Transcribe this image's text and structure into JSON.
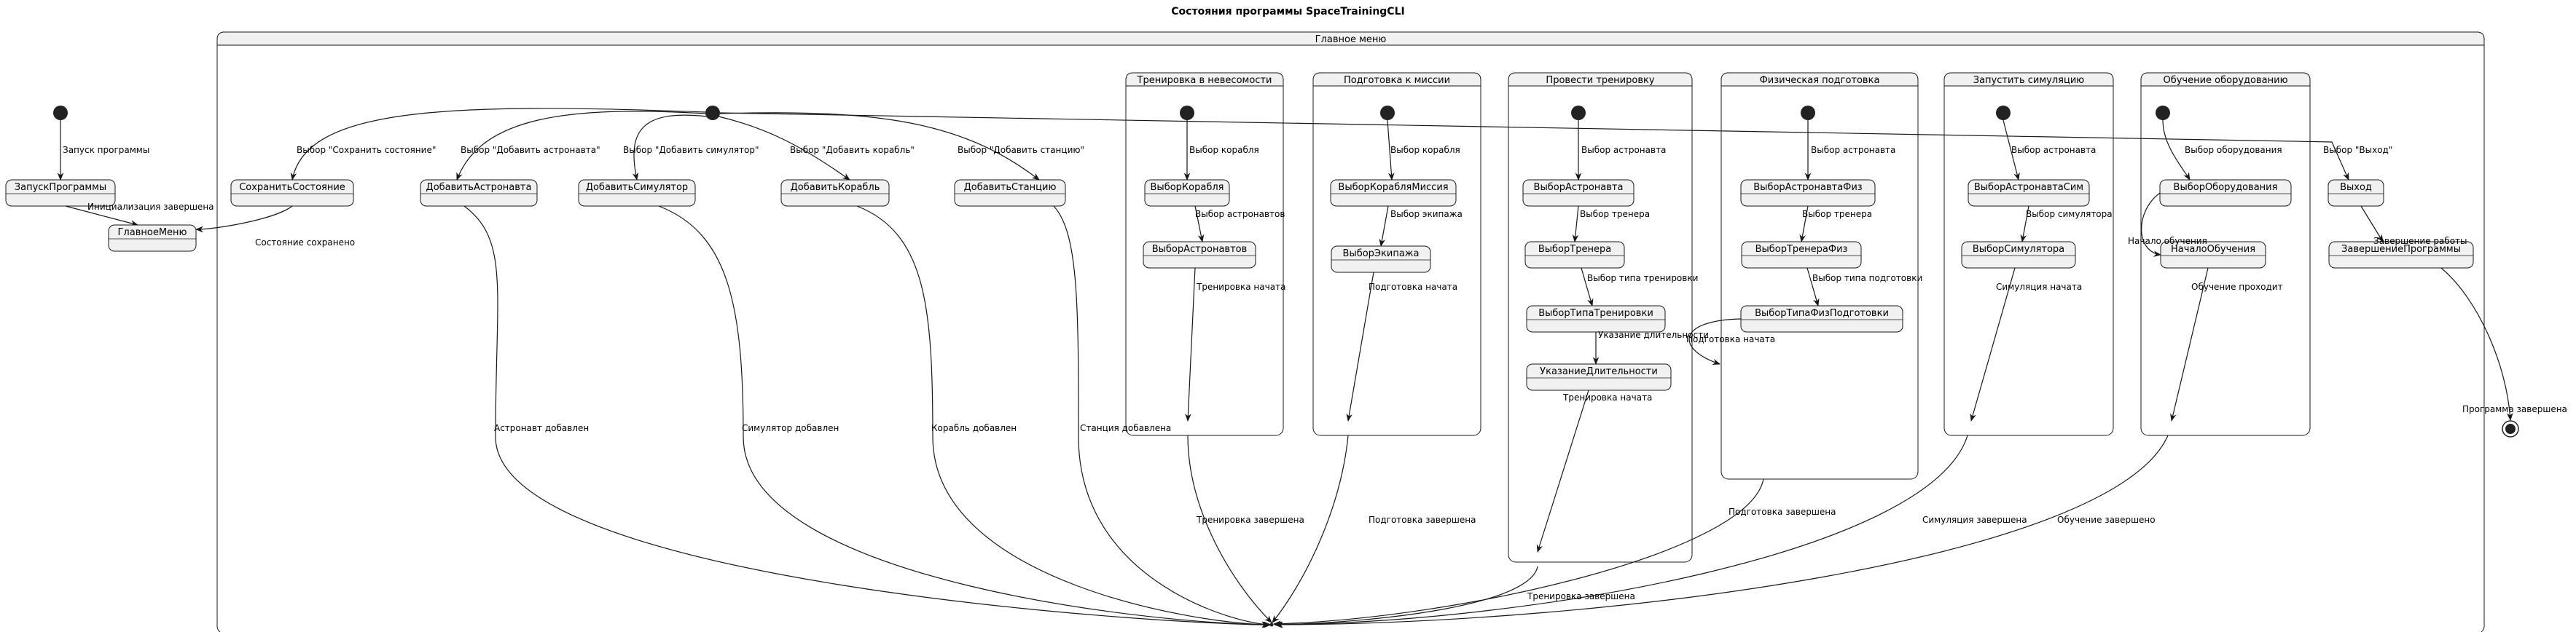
{
  "title": "Состояния программы SpaceTrainingCLI",
  "groups": {
    "main": "Главное меню",
    "zero_g": "Тренировка в невесомости",
    "mission": "Подготовка к миссии",
    "training": "Провести тренировку",
    "physical": "Физическая подготовка",
    "simulation": "Запустить симуляцию",
    "equipment": "Обучение оборудованию"
  },
  "states": {
    "launch": "ЗапускПрограммы",
    "main_menu": "ГлавноеМеню",
    "save_state": "СохранитьСостояние",
    "add_astronaut": "ДобавитьАстронавта",
    "add_simulator": "ДобавитьСимулятор",
    "add_ship": "ДобавитьКорабль",
    "add_station": "ДобавитьСтанцию",
    "zg_ship": "ВыборКорабля",
    "zg_astronauts": "ВыборАстронавтов",
    "ms_ship": "ВыборКорабляМиссия",
    "ms_crew": "ВыборЭкипажа",
    "tr_astronaut": "ВыборАстронавта",
    "tr_trainer": "ВыборТренера",
    "tr_type": "ВыборТипаТренировки",
    "tr_duration": "УказаниеДлительности",
    "ph_astronaut": "ВыборАстронавтаФиз",
    "ph_trainer": "ВыборТренераФиз",
    "ph_type": "ВыборТипаФизПодготовки",
    "sim_astronaut": "ВыборАстронавтаСим",
    "sim_simulator": "ВыборСимулятора",
    "eq_select": "ВыборОборудования",
    "eq_start": "НачалоОбучения",
    "exit": "Выход",
    "end": "ЗавершениеПрограммы"
  },
  "transitions": {
    "start_program": "Запуск программы",
    "init_done": "Инициализация завершена",
    "state_saved": "Состояние сохранено",
    "choose_save": "Выбор \"Сохранить состояние\"",
    "choose_add_astronaut": "Выбор \"Добавить астронавта\"",
    "choose_add_simulator": "Выбор \"Добавить симулятор\"",
    "choose_add_ship": "Выбор \"Добавить корабль\"",
    "choose_add_station": "Выбор \"Добавить станцию\"",
    "choose_exit": "Выбор \"Выход\"",
    "astronaut_added": "Астронавт добавлен",
    "simulator_added": "Симулятор добавлен",
    "ship_added": "Корабль добавлен",
    "station_added": "Станция добавлена",
    "zg_choose_ship": "Выбор корабля",
    "zg_choose_astronauts": "Выбор астронавтов",
    "zg_training_started": "Тренировка начата",
    "zg_training_done": "Тренировка завершена",
    "ms_choose_ship": "Выбор корабля",
    "ms_choose_crew": "Выбор экипажа",
    "ms_prep_started": "Подготовка начата",
    "ms_prep_done": "Подготовка завершена",
    "tr_choose_astronaut": "Выбор астронавта",
    "tr_choose_trainer": "Выбор тренера",
    "tr_choose_type": "Выбор типа тренировки",
    "tr_set_duration": "Указание длительности",
    "tr_training_started": "Тренировка начата",
    "tr_training_done": "Тренировка завершена",
    "ph_choose_astronaut": "Выбор астронавта",
    "ph_choose_trainer": "Выбор тренера",
    "ph_choose_type": "Выбор типа подготовки",
    "ph_prep_started": "Подготовка начата",
    "ph_prep_done": "Подготовка завершена",
    "sim_choose_astronaut": "Выбор астронавта",
    "sim_choose_simulator": "Выбор симулятора",
    "sim_started": "Симуляция начата",
    "sim_done": "Симуляция завершена",
    "eq_choose_equipment": "Выбор оборудования",
    "eq_start_training": "Начало обучения",
    "eq_in_progress": "Обучение проходит",
    "eq_done": "Обучение завершено",
    "work_finished": "Завершение работы",
    "program_finished": "Программа завершена"
  }
}
